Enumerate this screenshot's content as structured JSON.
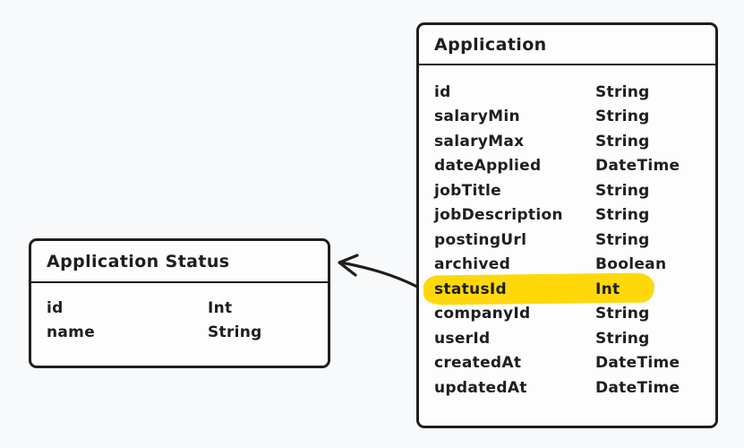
{
  "canvas": {
    "background_color": "#f8f9fb",
    "stroke_color": "#1e1e1e",
    "card_fill_color": "#fdfdfe",
    "highlight_color": "#ffd80a"
  },
  "entities": [
    {
      "title": "Application Status",
      "fields": [
        {
          "name": "id",
          "type": "Int"
        },
        {
          "name": "name",
          "type": "String"
        }
      ]
    },
    {
      "title": "Application",
      "highlighted_field": "statusId",
      "fields": [
        {
          "name": "id",
          "type": "String"
        },
        {
          "name": "salaryMin",
          "type": "String"
        },
        {
          "name": "salaryMax",
          "type": "String"
        },
        {
          "name": "dateApplied",
          "type": "DateTime"
        },
        {
          "name": "jobTitle",
          "type": "String"
        },
        {
          "name": "jobDescription",
          "type": "String"
        },
        {
          "name": "postingUrl",
          "type": "String"
        },
        {
          "name": "archived",
          "type": "Boolean"
        },
        {
          "name": "statusId",
          "type": "Int"
        },
        {
          "name": "companyId",
          "type": "String"
        },
        {
          "name": "userId",
          "type": "String"
        },
        {
          "name": "createdAt",
          "type": "DateTime"
        },
        {
          "name": "updatedAt",
          "type": "DateTime"
        }
      ]
    }
  ],
  "arrow": {
    "name": "relation-arrow"
  }
}
